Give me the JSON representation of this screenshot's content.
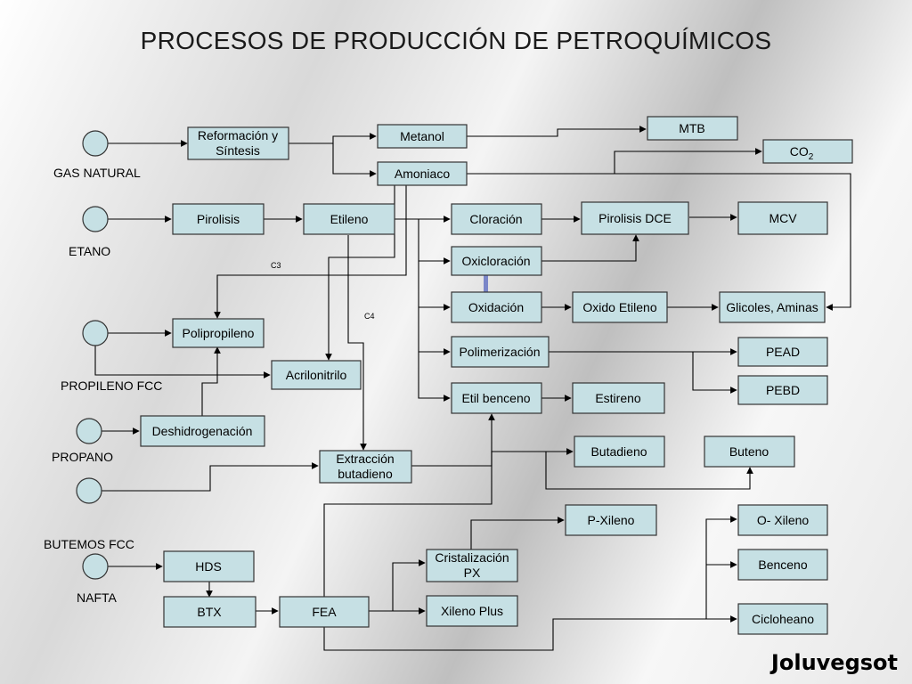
{
  "title": "PROCESOS DE PRODUCCIÓN DE PETROQUÍMICOS",
  "sources": {
    "gas_natural": "GAS NATURAL",
    "etano": "ETANO",
    "propileno_fcc": "PROPILENO FCC",
    "propano": "PROPANO",
    "butemos_fcc": "BUTEMOS FCC",
    "nafta": "NAFTA"
  },
  "boxes": {
    "reformacion": [
      "Reformación y",
      "Síntesis"
    ],
    "metanol": "Metanol",
    "amoniaco": "Amoniaco",
    "mtb": "MTB",
    "co2": "CO",
    "co2_sub": "2",
    "pirolisis": "Pirolisis",
    "etileno": "Etileno",
    "cloracion": "Cloración",
    "pirolisis_dce": "Pirolisis DCE",
    "mcv": "MCV",
    "oxicloracion": "Oxicloración",
    "oxidacion": "Oxidación",
    "oxido_etileno": "Oxido Etileno",
    "glicoles": "Glicoles, Aminas",
    "polipropileno": "Polipropileno",
    "acrilonitrilo": "Acrilonitrilo",
    "polimerizacion": "Polimerización",
    "pead": "PEAD",
    "pebd": "PEBD",
    "etil_benceno": "Etil benceno",
    "estireno": "Estireno",
    "deshidrogenacion": "Deshidrogenación",
    "extraccion": [
      "Extracción",
      "butadieno"
    ],
    "butadieno": "Butadieno",
    "buteno": "Buteno",
    "p_xileno": "P-Xileno",
    "o_xileno": "O- Xileno",
    "hds": "HDS",
    "cristalizacion": [
      "Cristalización",
      "PX"
    ],
    "benceno": "Benceno",
    "btx": "BTX",
    "fea": "FEA",
    "xileno_plus": "Xileno Plus",
    "cicloheano": "Cicloheano"
  },
  "labels": {
    "c3": "C3",
    "c4": "C4"
  },
  "watermark": "Joluvegsot"
}
